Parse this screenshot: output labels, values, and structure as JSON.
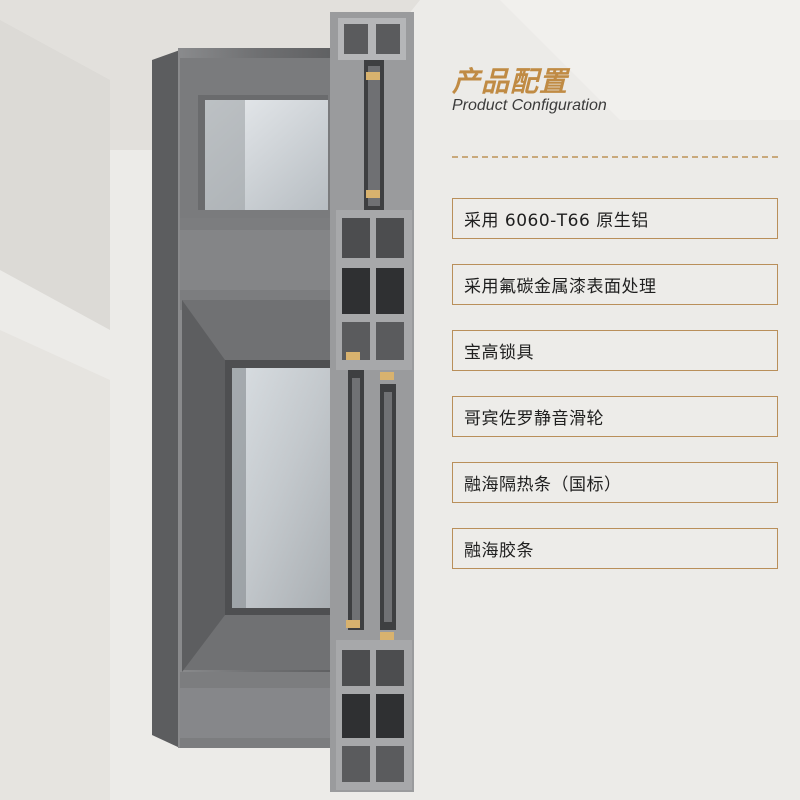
{
  "header": {
    "title_zh": "产品配置",
    "title_en": "Product Configuration"
  },
  "features": [
    "采用 6060-T66 原生铝",
    "采用氟碳金属漆表面处理",
    "宝高锁具",
    "哥宾佐罗静音滑轮",
    "融海隔热条（国标）",
    "融海胶条"
  ],
  "colors": {
    "accent": "#c08b44",
    "border": "#b98f5a",
    "background": "#ecebe8",
    "frame": "#6f6f71"
  }
}
